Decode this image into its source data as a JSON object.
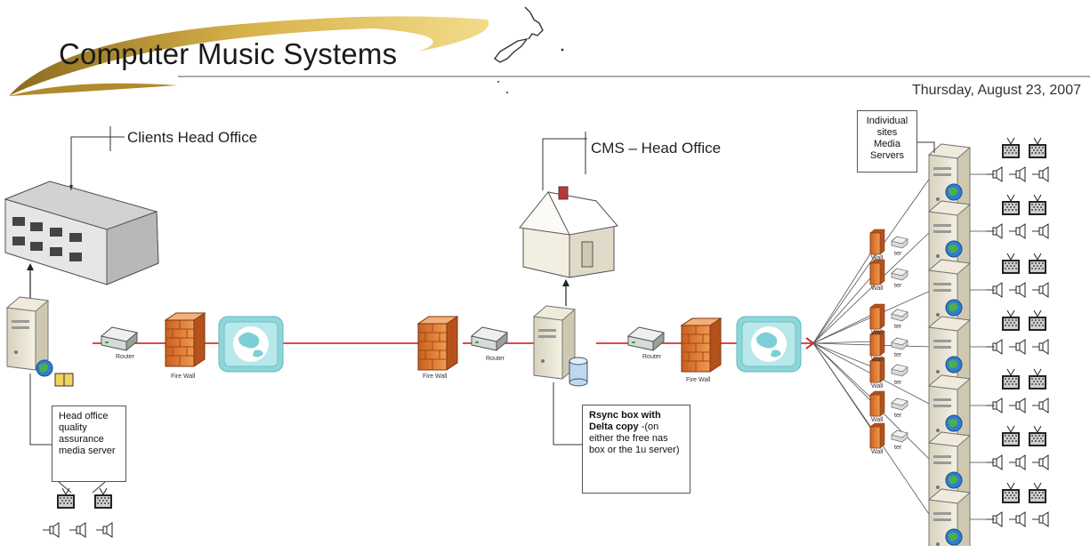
{
  "header": {
    "title": "Computer Music Systems",
    "date": "Thursday, August 23, 2007"
  },
  "labels": {
    "clients_head_office": "Clients Head Office",
    "cms_head_office": "CMS – Head Office",
    "router": "Router",
    "fire_wall": "Fire Wall",
    "wall": "Wall",
    "ter": "ter"
  },
  "callouts": {
    "qa_server": "Head office quality assurance media server",
    "rsync_bold": "Rsync box with Delta copy",
    "rsync_rest": " -(on either the free nas box or the 1u server)",
    "individual_sites": "Individual sites Media Servers"
  },
  "colors": {
    "link_line": "#e04848",
    "firewall": "#e8843a",
    "internet": "#7ccfd4",
    "server": "#e9e4d2",
    "logo_swoosh": "#c9a33c"
  },
  "icons": [
    "server-icon",
    "router-icon",
    "firewall-icon",
    "internet-cloud-icon",
    "building-icon",
    "house-icon",
    "monitor-icon",
    "speaker-icon",
    "new-zealand-map-icon"
  ]
}
